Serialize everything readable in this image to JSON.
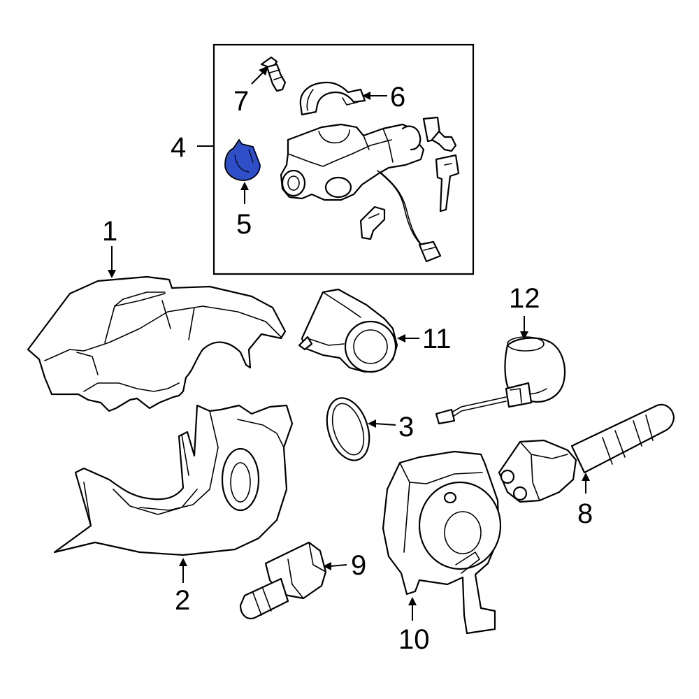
{
  "highlight_color": "#2f4fc8",
  "callouts": {
    "c1": "1",
    "c2": "2",
    "c3": "3",
    "c4": "4",
    "c5": "5",
    "c6": "6",
    "c7": "7",
    "c8": "8",
    "c9": "9",
    "c10": "10",
    "c11": "11",
    "c12": "12"
  }
}
